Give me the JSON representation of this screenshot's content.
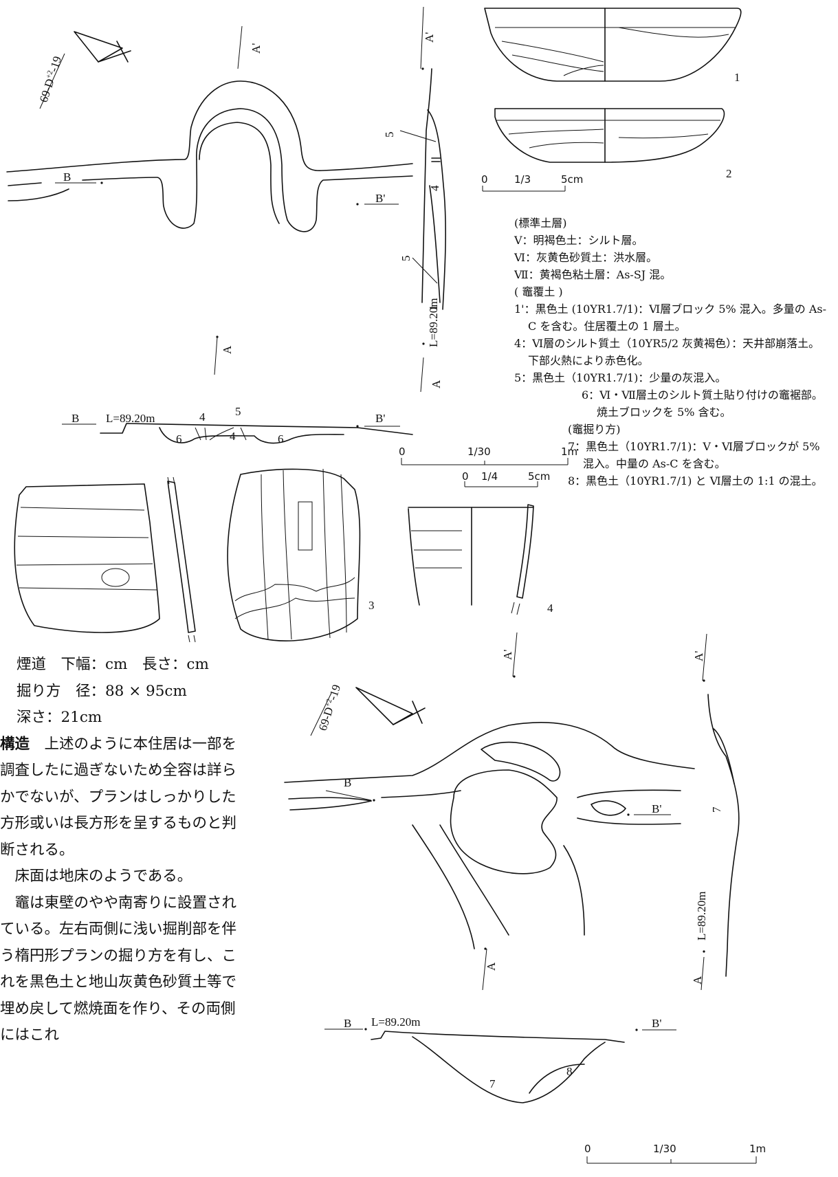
{
  "figure": {
    "grid_label": "69-D",
    "grid_sup": "+2",
    "grid_num": "-19",
    "elevation": "L=89.20m",
    "section_marks": {
      "a": "A",
      "a_prime": "A'",
      "b": "B",
      "b_prime": "B'"
    },
    "scale_1_3": {
      "zero": "0",
      "ratio": "1/3",
      "end": "5cm"
    },
    "scale_1_4": {
      "zero": "0",
      "ratio": "1/4",
      "end": "5cm"
    },
    "scale_1_30_top": {
      "zero": "0",
      "ratio": "1/30",
      "end": "1m"
    },
    "scale_1_30_bottom": {
      "zero": "0",
      "ratio": "1/30",
      "end": "1m"
    },
    "layer_numbers": {
      "l1": "1",
      "l4": "4",
      "l5": "5",
      "l6": "6",
      "l7": "7",
      "l8": "8"
    },
    "artifact_numbers": [
      "1",
      "2",
      "3",
      "4"
    ]
  },
  "legend": {
    "standard_title": "(標準土層)",
    "v": "Ⅴ：明褐色土：シルト層。",
    "vi": "Ⅵ：灰黄色砂質土：洪水層。",
    "vii": "Ⅶ：黄褐色粘土層：As-SJ 混。",
    "kamado_cover_title": "( 竈覆土 )",
    "l1": "1'：黒色土 (10YR1.7/1)：Ⅵ層ブロック 5% 混入。多量の As-C を含む。住居覆土の 1 層土。",
    "l4": "4：Ⅵ層のシルト質土（10YR5/2 灰黄褐色）：天井部崩落土。下部火熱により赤色化。",
    "l5": "5：黒色土（10YR1.7/1)：少量の灰混入。",
    "l6": "6：Ⅵ・Ⅶ層土のシルト質土貼り付けの竈裾部。焼土ブロックを 5% 含む。",
    "kamado_pit_title": "(竈掘り方)",
    "l7": "7：黒色土（10YR1.7/1)：Ⅴ・Ⅵ層ブロックが 5% 混入。中量の As-C を含む。",
    "l8": "8：黒色土（10YR1.7/1) と Ⅵ層土の 1:1 の混土。"
  },
  "text": {
    "flue": "煙道　下幅：cm　長さ：cm",
    "pit": "掘り方　径：88 × 95cm",
    "depth": "深さ：21cm",
    "structure_heading": "構造",
    "structure_body": "上述のように本住居は一部を調査したに過ぎないため全容は詳らかでないが、プランはしっかりした方形或いは長方形を呈するものと判断される。",
    "floor": "床面は地床のようである。",
    "kamado": "竈は東壁のやや南寄りに設置されている。左右両側に浅い掘削部を伴う楕円形プランの掘り方を有し、これを黒色土と地山灰黄色砂質土等で埋め戻して燃焼面を作り、その両側にはこれ"
  }
}
